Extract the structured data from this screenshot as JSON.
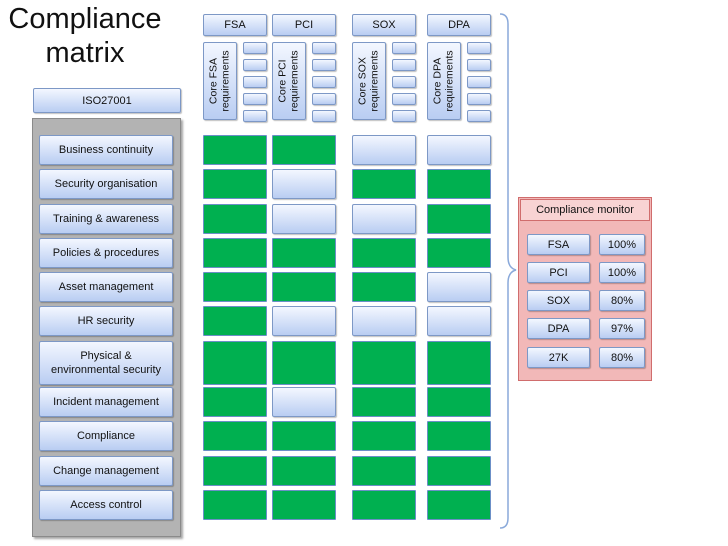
{
  "title": "Compliance matrix",
  "standard": "ISO27001",
  "columns": [
    {
      "header": "FSA",
      "core_label": "Core FSA requirements",
      "core_lines": [
        "Core FSA",
        "requirements"
      ]
    },
    {
      "header": "PCI",
      "core_label": "Core PCI requirements",
      "core_lines": [
        "Core PCI",
        "requirements"
      ]
    },
    {
      "header": "SOX",
      "core_label": "Core SOX requirements",
      "core_lines": [
        "Core SOX",
        "requirements"
      ]
    },
    {
      "header": "DPA",
      "core_label": "Core DPA requirements",
      "core_lines": [
        "Core DPA",
        "requirements"
      ]
    }
  ],
  "rows": [
    {
      "label": "Business continuity",
      "cells": [
        true,
        true,
        false,
        false
      ]
    },
    {
      "label": "Security organisation",
      "cells": [
        true,
        false,
        true,
        true
      ]
    },
    {
      "label": "Training & awareness",
      "cells": [
        true,
        false,
        false,
        true
      ]
    },
    {
      "label": "Policies & procedures",
      "cells": [
        true,
        true,
        true,
        true
      ]
    },
    {
      "label": "Asset management",
      "cells": [
        true,
        true,
        true,
        false
      ]
    },
    {
      "label": "HR security",
      "cells": [
        true,
        false,
        false,
        false
      ]
    },
    {
      "label": "Physical & environmental security",
      "label_lines": [
        "Physical &",
        "environmental security"
      ],
      "cells": [
        true,
        true,
        true,
        true
      ]
    },
    {
      "label": "Incident management",
      "cells": [
        true,
        false,
        true,
        true
      ]
    },
    {
      "label": "Compliance",
      "cells": [
        true,
        true,
        true,
        true
      ]
    },
    {
      "label": "Change management",
      "cells": [
        true,
        true,
        true,
        true
      ]
    },
    {
      "label": "Access control",
      "cells": [
        true,
        true,
        true,
        true
      ]
    }
  ],
  "monitor": {
    "title": "Compliance monitor",
    "items": [
      {
        "name": "FSA",
        "value": "100%"
      },
      {
        "name": "PCI",
        "value": "100%"
      },
      {
        "name": "SOX",
        "value": "80%"
      },
      {
        "name": "DPA",
        "value": "97%"
      },
      {
        "name": "27K",
        "value": "80%"
      }
    ]
  },
  "colors": {
    "green": "#00b050",
    "blue_light": "#dce6fa",
    "monitor_bg": "#f2b8b8",
    "panel_bg": "#b3b3b3"
  }
}
